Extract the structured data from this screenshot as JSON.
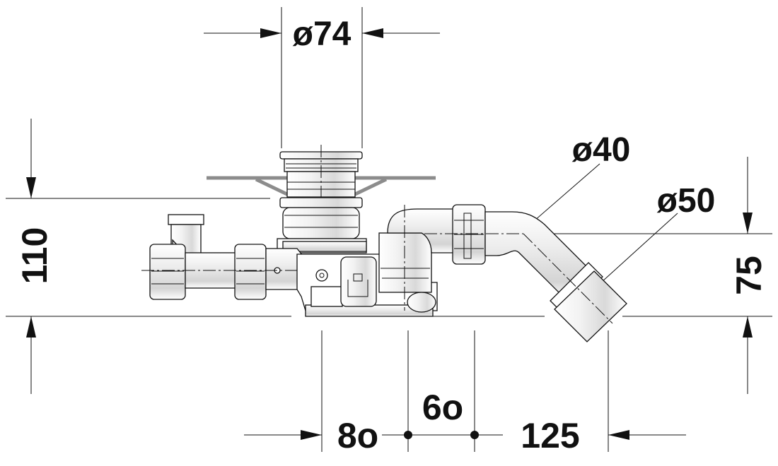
{
  "dimensions": {
    "diameter_74": "ø74",
    "diameter_40": "ø40",
    "diameter_50": "ø50",
    "height_110": "110",
    "height_75": "75",
    "width_80": "8o",
    "width_60": "6o",
    "width_125": "125"
  },
  "colors": {
    "line": "#111111",
    "tub_surface": "#8c8c8c",
    "part_fill": "#ffffff",
    "shade": "#d6d6d6"
  }
}
